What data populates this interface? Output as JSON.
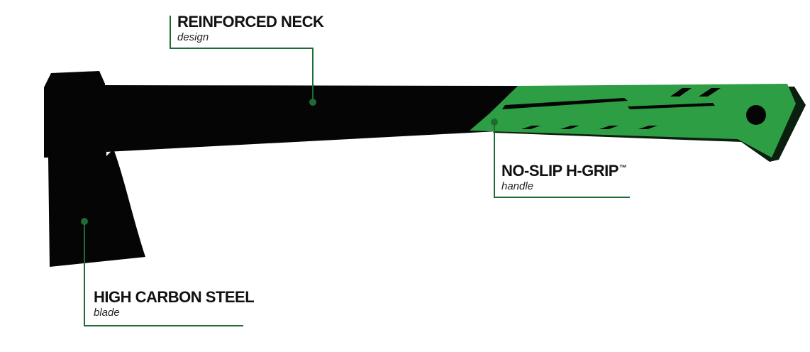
{
  "colors": {
    "axe_body": "#050505",
    "grip_green": "#2e9e44",
    "grip_shadow": "#0a1f0f",
    "callout_line": "#1f6b34",
    "background": "#ffffff"
  },
  "callouts": {
    "neck": {
      "title": "REINFORCED NECK",
      "subtitle": "design"
    },
    "grip": {
      "title": "NO-SLIP H-GRIP",
      "trademark": "™",
      "subtitle": "handle"
    },
    "blade": {
      "title": "HIGH CARBON STEEL",
      "subtitle": "blade"
    }
  }
}
